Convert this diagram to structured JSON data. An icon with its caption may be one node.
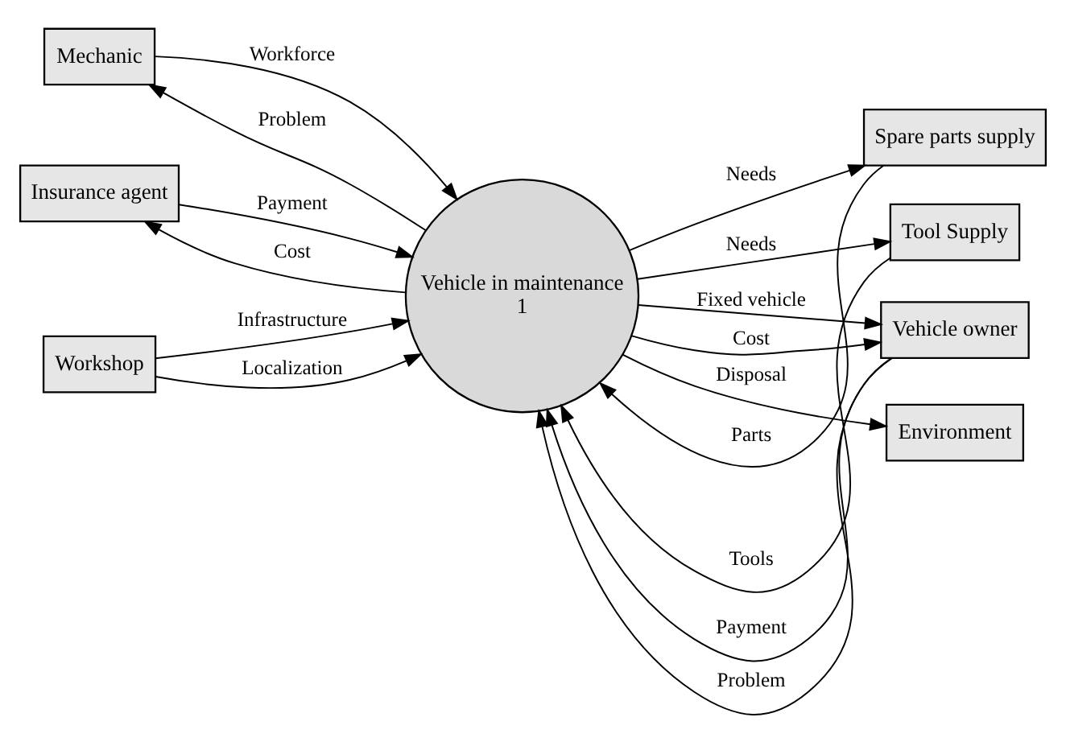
{
  "diagram": {
    "nodes": [
      {
        "text": [
          "Vehicle in maintenance",
          "1"
        ]
      },
      {
        "text": [
          "Mechanic"
        ]
      },
      {
        "text": [
          "Spare parts supply"
        ]
      },
      {
        "text": [
          "Tool Supply"
        ]
      },
      {
        "text": [
          "Workshop"
        ]
      },
      {
        "text": [
          "Vehicle owner"
        ]
      },
      {
        "text": [
          "Insurance agent"
        ]
      },
      {
        "text": [
          "Environment"
        ]
      }
    ],
    "edges": [
      {
        "from": 1,
        "to": 0,
        "arrow": "to",
        "label": "Workforce"
      },
      {
        "from": 0,
        "to": 1,
        "arrow": "to",
        "label": "Problem"
      },
      {
        "from": 2,
        "to": 0,
        "arrow": "to",
        "label": "Parts"
      },
      {
        "from": 0,
        "to": 2,
        "arrow": "to",
        "label": "Needs"
      },
      {
        "from": 0,
        "to": 3,
        "arrow": "to",
        "label": "Needs"
      },
      {
        "from": 3,
        "to": 0,
        "arrow": "to",
        "label": "Tools"
      },
      {
        "from": 4,
        "to": 0,
        "arrow": "to",
        "label": "Infrastructure"
      },
      {
        "from": 4,
        "to": 0,
        "arrow": "to",
        "label": "Localization"
      },
      {
        "from": 5,
        "to": 0,
        "arrow": "to",
        "label": "Payment"
      },
      {
        "from": 0,
        "to": 5,
        "arrow": "to",
        "label": "Fixed vehicle"
      },
      {
        "from": 5,
        "to": 0,
        "arrow": "to",
        "label": "Problem"
      },
      {
        "from": 0,
        "to": 5,
        "arrow": "to",
        "label": "Cost"
      },
      {
        "from": 0,
        "to": 6,
        "arrow": "to",
        "label": "Cost"
      },
      {
        "from": 6,
        "to": 0,
        "arrow": "to",
        "label": "Payment"
      },
      {
        "from": 0,
        "to": 7,
        "arrow": "to",
        "label": "Disposal"
      }
    ]
  }
}
